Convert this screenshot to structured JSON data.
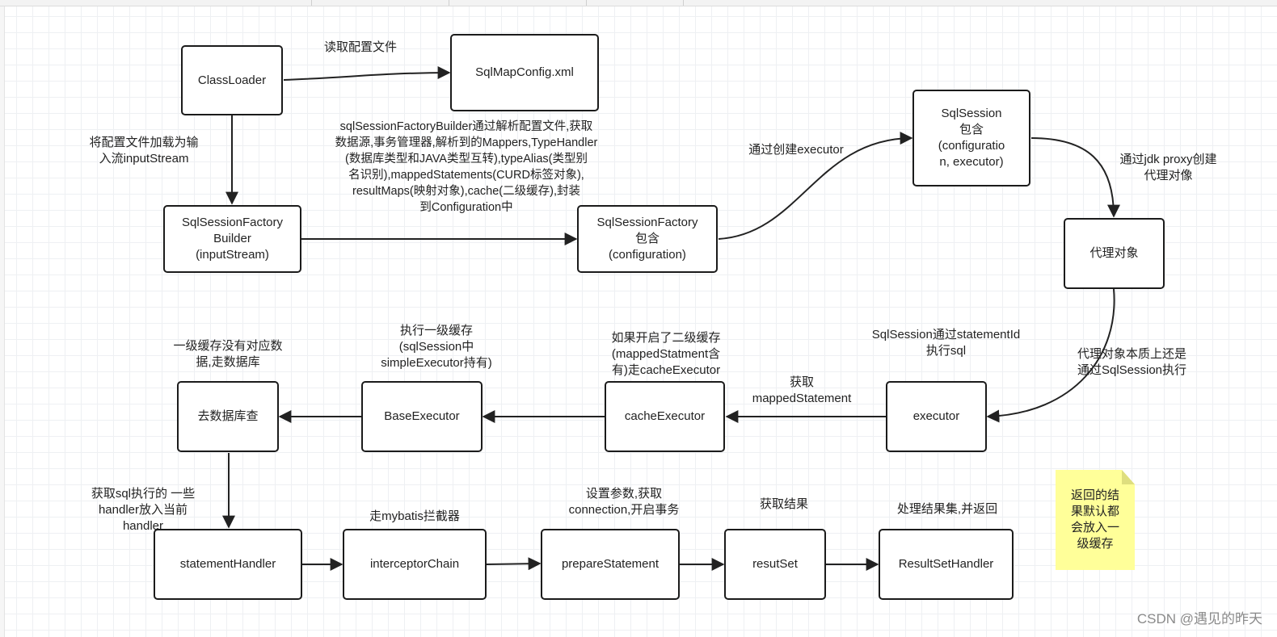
{
  "diagram": {
    "nodes": {
      "classloader": "ClassLoader",
      "sqlmapconfig": "SqlMapConfig.xml",
      "builder": "SqlSessionFactory\nBuilder\n(inputStream)",
      "factory": "SqlSessionFactory\n包含\n(configuration)",
      "sqlsession": "SqlSession\n包含\n(configuratio\nn, executor)",
      "proxy": "代理对象",
      "executor": "executor",
      "cache_executor": "cacheExecutor",
      "base_executor": "BaseExecutor",
      "db_query": "去数据库查",
      "statement_handler": "statementHandler",
      "interceptor_chain": "interceptorChain",
      "prepare_statement": "prepareStatement",
      "resultset": "resutSet",
      "resultset_handler": "ResultSetHandler"
    },
    "labels": {
      "read_config": "读取配置文件",
      "load_stream": "将配置文件加载为输\n入流inputStream",
      "builder_desc": "sqlSessionFactoryBuilder通过解析配置文件,获取\n数据源,事务管理器,解析到的Mappers,TypeHandler\n(数据库类型和JAVA类型互转),typeAlias(类型别\n名识别),mappedStatements(CURD标签对象),\nresultMaps(映射对象),cache(二级缓存),封装\n到Configuration中",
      "create_executor": "通过创建executor",
      "jdk_proxy": "通过jdk proxy创建\n代理对像",
      "proxy_essence": "代理对象本质上还是\n通过SqlSession执行",
      "exec_sql": "SqlSession通过statementId\n执行sql",
      "get_mapped": "获取\nmappedStatement",
      "second_cache": "如果开启了二级缓存\n(mappedStatment含\n有)走cacheExecutor",
      "first_cache": "执行一级缓存\n(sqlSession中\nsimpleExecutor持有)",
      "no_first_cache": "一级缓存没有对应数\n据,走数据库",
      "get_handler": "获取sql执行的 一些\nhandler放入当前\nhandler",
      "interceptor": "走mybatis拦截器",
      "set_params": "设置参数,获取\nconnection,开启事务",
      "get_result": "获取结果",
      "handle_result": "处理结果集,并返回"
    },
    "note": "返回的结\n果默认都\n会放入一\n级缓存"
  },
  "watermark": "CSDN @遇见的昨天"
}
